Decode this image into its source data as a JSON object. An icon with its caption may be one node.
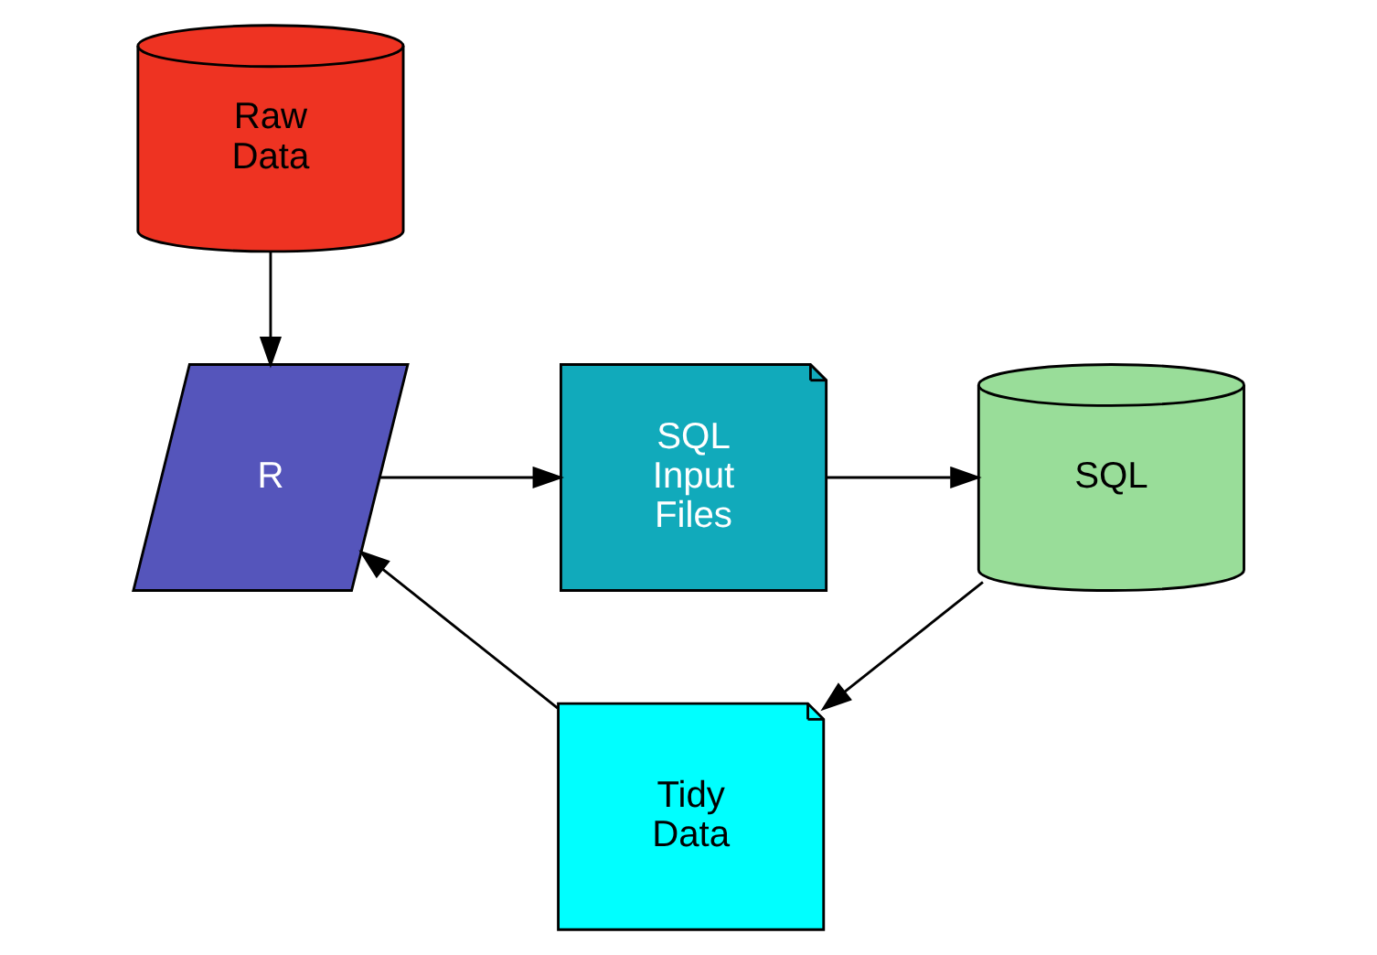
{
  "diagram": {
    "nodes": [
      {
        "text": [
          "Raw Data"
        ]
      },
      {
        "text": [
          "SQL"
        ]
      },
      {
        "text": [
          "SQL Input Files"
        ]
      },
      {
        "text": [
          "R"
        ]
      },
      {
        "text": [
          "Tidy Data"
        ]
      }
    ],
    "edges": [
      {
        "from": 0,
        "to": 3,
        "arrow": "to"
      },
      {
        "from": 3,
        "to": 2,
        "arrow": "to"
      },
      {
        "from": 2,
        "to": 1,
        "arrow": "to"
      },
      {
        "from": 1,
        "to": 4,
        "arrow": "to"
      },
      {
        "from": 4,
        "to": 3,
        "arrow": "to"
      }
    ]
  }
}
